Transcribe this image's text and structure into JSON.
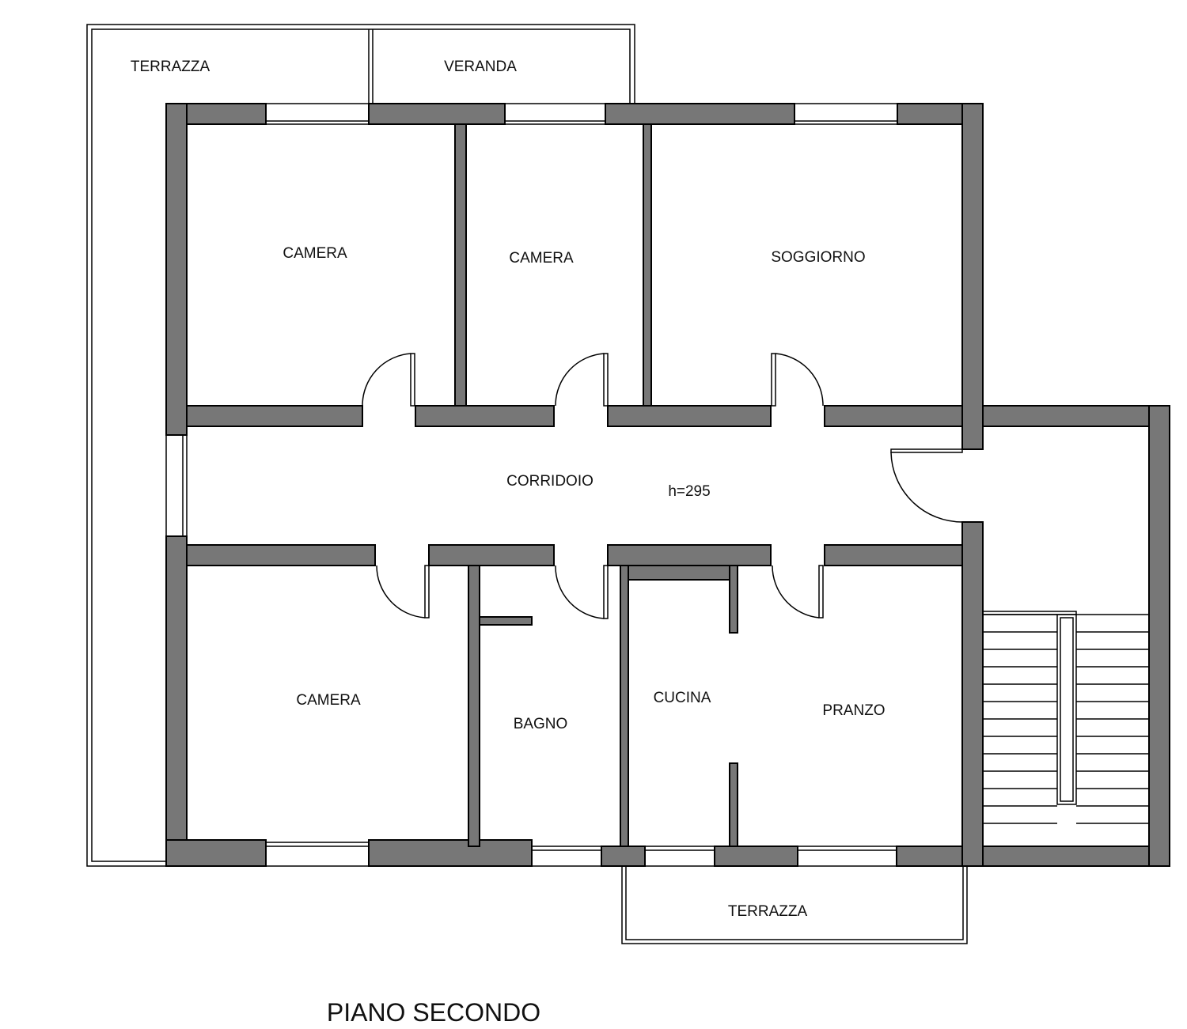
{
  "plan": {
    "title": "PIANO SECONDO",
    "height_note": "h=295",
    "rooms": {
      "terrazza_top": "TERRAZZA",
      "veranda": "VERANDA",
      "camera_1": "CAMERA",
      "camera_2": "CAMERA",
      "soggiorno": "SOGGIORNO",
      "corridoio": "CORRIDOIO",
      "camera_3": "CAMERA",
      "bagno": "BAGNO",
      "cucina": "CUCINA",
      "pranzo": "PRANZO",
      "terrazza_bottom": "TERRAZZA"
    },
    "colors": {
      "wall": "#777777",
      "line": "#000000"
    }
  }
}
